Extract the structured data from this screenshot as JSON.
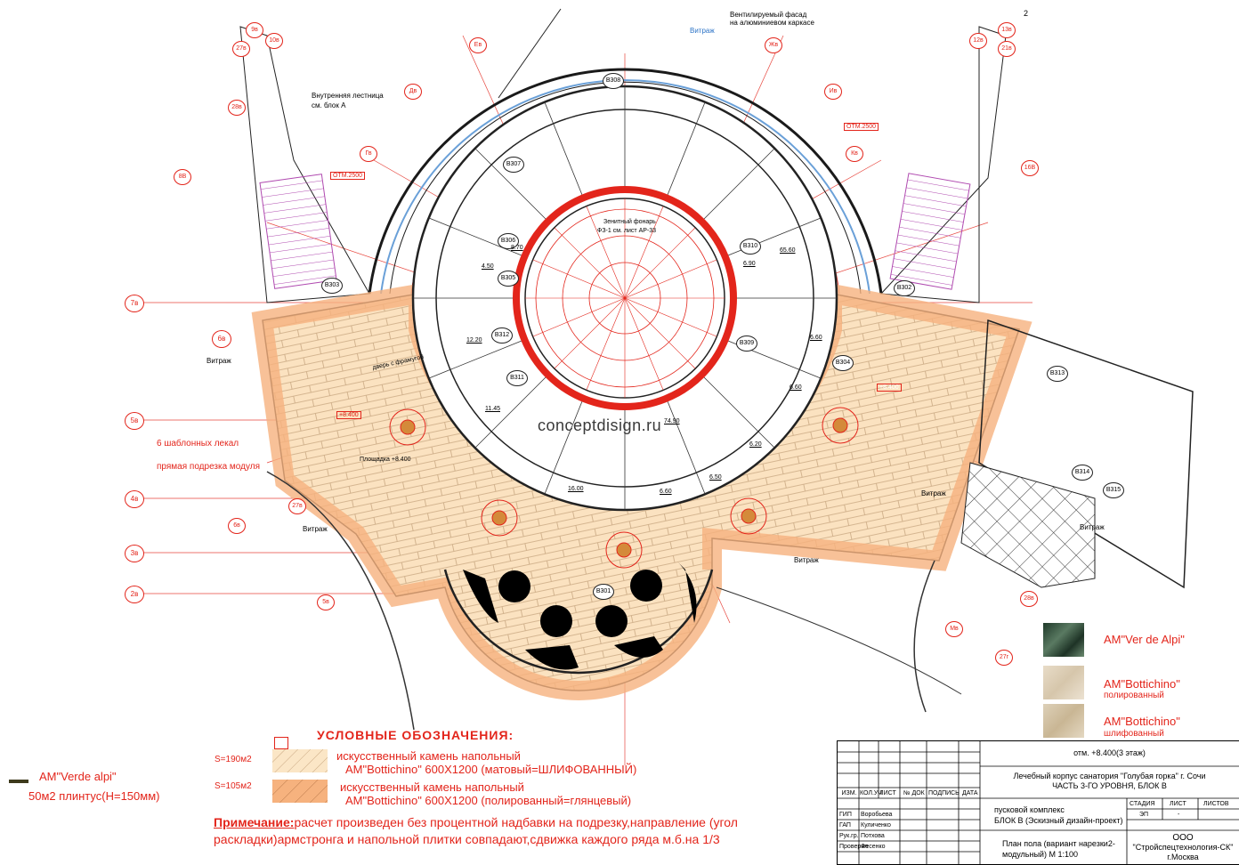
{
  "plan": {
    "watermark": "conceptdisign.ru",
    "rooms": [
      "В308",
      "В307",
      "В306",
      "В305",
      "В310",
      "В312",
      "В311",
      "В309",
      "В304",
      "В303",
      "В302",
      "В301",
      "В313",
      "В314",
      "В315"
    ],
    "axes_left": [
      "7в",
      "6в",
      "5в",
      "4в",
      "3в",
      "2в"
    ],
    "axes_top": [
      "9в",
      "10в",
      "27в",
      "28в",
      "Дв",
      "Ев",
      "Жв",
      "Ив",
      "Гв",
      "8В",
      "13в",
      "12в",
      "21в",
      "16В",
      "Кв"
    ],
    "axes_bottom": [
      "6в",
      "27в",
      "5в",
      "Мв",
      "28в",
      "27г"
    ],
    "labels": {
      "vent_facade_1": "Вентилируемый фасад",
      "vent_facade_2": "на алюминиевом каркасе",
      "vitrazh": "Витраж",
      "inner_stair_1": "Внутренняя лестница",
      "inner_stair_2": "см. блок А",
      "otm_left": "ОТМ.2500",
      "otm_right": "ОТМ.2500",
      "zenith_1": "Зенитный фонарь",
      "zenith_2": "ФЗ-1 см. лист АР-33",
      "door": "дверь с фрамугой",
      "ploshchadka": "Площадка +8.400",
      "mark_left": "+8.400",
      "mark_right": "+8.400",
      "templates": "6 шаблонных лекал",
      "direct_cut": "прямая подрезка модуля",
      "sheet_no": "2"
    },
    "dims": [
      "12.20",
      "11.45",
      "16.00",
      "6.60",
      "6.50",
      "74.90",
      "6.20",
      "6.60",
      "6.60",
      "65.60",
      "6.90",
      "4.50",
      "8.70"
    ]
  },
  "legend": {
    "title": "УСЛОВНЫЕ   ОБОЗНАЧЕНИЯ:",
    "item1_area": "S=190м2",
    "item1_line1": "искусственный камень напольный",
    "item1_line2": "АМ\"Bottichino\" 600Х1200 (матовый=ШЛИФОВАННЫЙ)",
    "item2_area": "S=105м2",
    "item2_line1": "искусственный камень напольный",
    "item2_line2": "АМ\"Bottichino\" 600Х1200  (полированный=глянцевый)",
    "note_label": "Примечание:",
    "note_text": "расчет произведен без процентной надбавки на подрезку,направление (угол раскладки)армстронга и напольной плитки совпадают,сдвижка каждого ряда м.б.на 1/3",
    "plinth_name": "АМ\"Verde alpi\"",
    "plinth_text": "50м2 плинтус(Н=150мм)",
    "mat1": "АМ\"Ver de Alpi\"",
    "mat2": "АМ\"Bottichino\"",
    "mat2_sub": "полированный",
    "mat3": "АМ\"Bottichino\"",
    "mat3_sub": "шлифованный"
  },
  "title_block": {
    "level": "отм. +8.400(3 этаж)",
    "project_1": "Лечебный корпус санатория \"Голубая горка\" г. Сочи",
    "project_2": "ЧАСТЬ 3-ГО УРОВНЯ, БЛОК В",
    "complex_1": "пусковой комплекс",
    "complex_2": "БЛОК В  (Эскизный дизайн-проект)",
    "sheet_title_1": "План пола (вариант нарезки2-",
    "sheet_title_2": "модульный)  М 1:100",
    "stage_h": "СТАДИЯ",
    "sheet_h": "ЛИСТ",
    "sheets_h": "ЛИСТОВ",
    "stage": "ЭП",
    "sheet": "-",
    "company_1": "ООО",
    "company_2": "\"Стройспецтехнология-СК\"",
    "company_3": "г.Москва",
    "cols": [
      "ИЗМ.",
      "КОЛ.УЧ",
      "ЛИСТ",
      "№ ДОК",
      "ПОДПИСЬ",
      "ДАТА"
    ],
    "roles": [
      {
        "role": "ГИП",
        "name": "Воробьева"
      },
      {
        "role": "ГАП",
        "name": "Куличенко"
      },
      {
        "role": "Рук.гр.",
        "name": "Потхова"
      },
      {
        "role": "Проверил",
        "name": "Фесенко"
      }
    ]
  },
  "colors": {
    "red": "#e3251b",
    "tile_light": "#fbe2c0",
    "tile_dark": "#f6b98a",
    "line": "#222222"
  }
}
